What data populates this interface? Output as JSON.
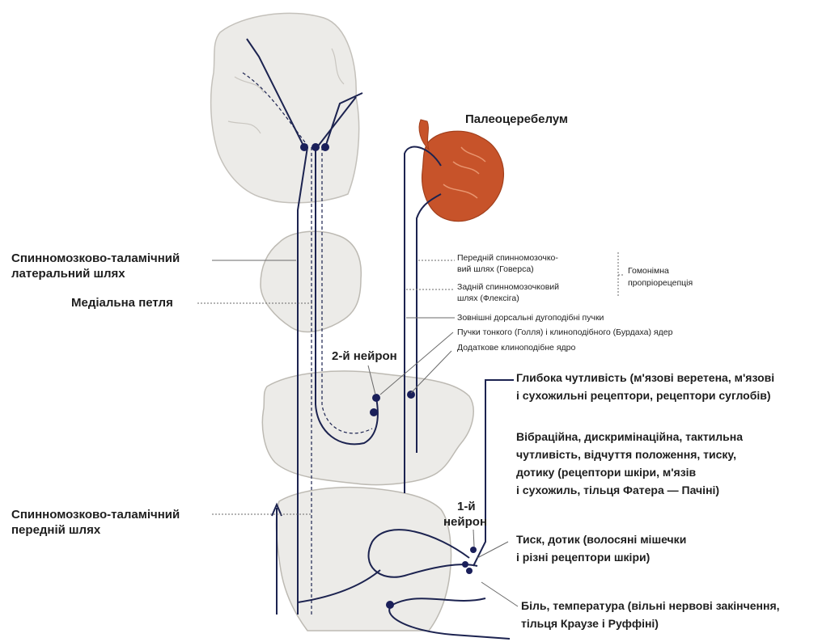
{
  "labels": {
    "paleocerebellum": "Палеоцеребелум",
    "lateral_tract_line1": "Спинномозково-таламічний",
    "lateral_tract_line2": "латеральний шлях",
    "medial_lemniscus": "Медіальна петля",
    "anterior_tract_line1": "Спинномозково-таламічний",
    "anterior_tract_line2": "передній шлях",
    "second_neuron": "2-й нейрон",
    "first_neuron_line1": "1-й",
    "first_neuron_line2": "нейрон",
    "gowers_line1": "Передній спинномозочко-",
    "gowers_line2": "вий шлях (Говерса)",
    "flechsig_line1": "Задній спинномозочковий",
    "flechsig_line2": "шлях (Флексіга)",
    "homonymous_line1": "Гомонімна",
    "homonymous_line2": "пропріорецепція",
    "external_arcuate": "Зовнішні дорсальні дугоподібні пучки",
    "goll_burdach": "Пучки тонкого (Голля) і клиноподібного (Бурдаха) ядер",
    "accessory_cuneate": "Додаткове клиноподібне ядро",
    "deep_sensitivity_line1": "Глибока чутливість (м'язові веретена, м'язові",
    "deep_sensitivity_line2": "і сухожильні рецептори, рецептори суглобів)",
    "vibration_line1": "Вібраційна, дискримінаційна, тактильна",
    "vibration_line2": "чутливість, відчуття положення, тиску,",
    "vibration_line3": "дотику (рецептори шкіри, м'язів",
    "vibration_line4": "і сухожиль, тільця Фатера — Пачіні)",
    "pressure_line1": "Тиск, дотик (волосяні мішечки",
    "pressure_line2": "і різні рецептори шкіри)",
    "pain_line1": "Біль, температура (вільні нервові закінчення,",
    "pain_line2": "тільця Краузе і Руффіні)"
  },
  "colors": {
    "pathway": "#1c2350",
    "neuron_dot": "#1a1f5a",
    "tissue": "#ecebe8",
    "tissue_edge": "#b9b6b0",
    "cerebellum": "#c7532a",
    "cerebellum_light": "#e8956f",
    "leader": "#6a6a6a"
  }
}
